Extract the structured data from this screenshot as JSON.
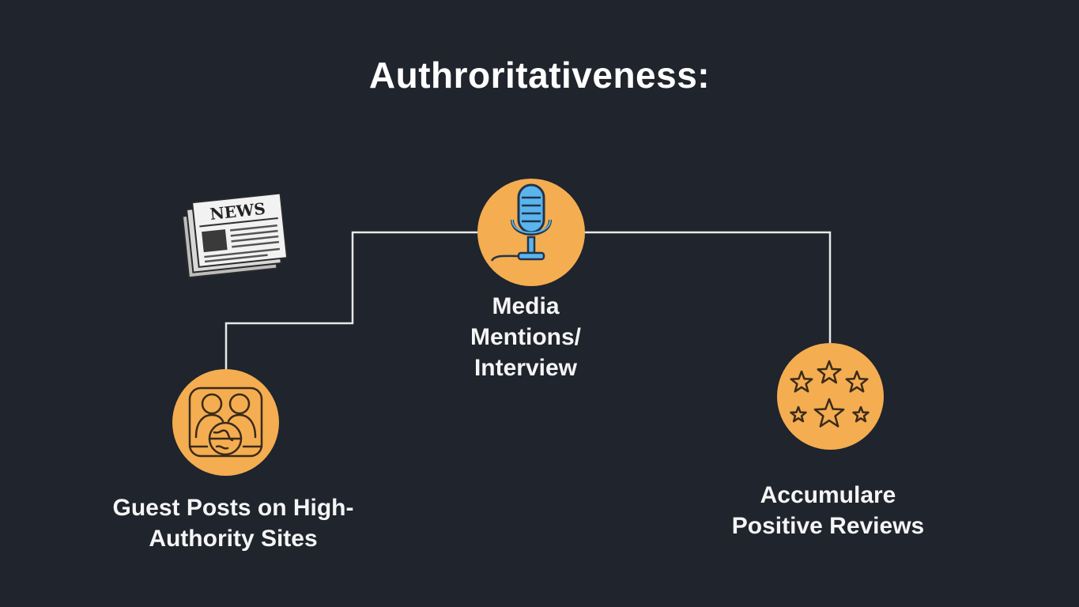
{
  "title": "Authroritativeness:",
  "nodes": [
    {
      "id": "guest-posts",
      "icon": "people-globe-icon",
      "label_lines": [
        "Guest Posts on High-",
        "Authority Sites"
      ]
    },
    {
      "id": "media-mentions",
      "icon": "microphone-icon",
      "label_lines": [
        "Media",
        "Mentions/",
        "Interview"
      ]
    },
    {
      "id": "reviews",
      "icon": "stars-icon",
      "label_lines": [
        "Accumulare",
        "Positive Reviews"
      ]
    }
  ],
  "decoration": {
    "newspaper_icon": "newspaper-icon",
    "newspaper_text": "NEWS"
  },
  "colors": {
    "background": "#1f242d",
    "node_fill": "#f4ad50",
    "connector": "#e8e8e8",
    "mic_accent": "#5ab4ee",
    "icon_stroke": "#3a2a1a"
  }
}
